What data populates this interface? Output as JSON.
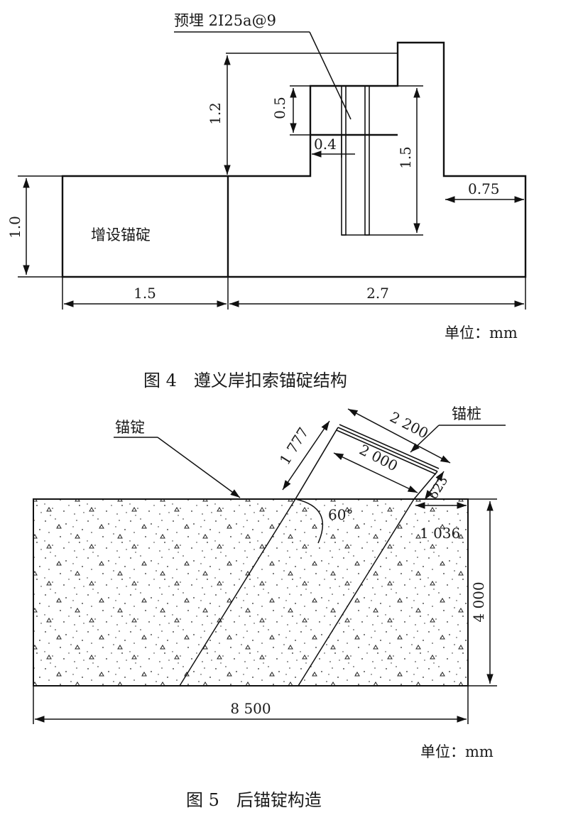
{
  "fig4": {
    "label_embedded": "预埋 2I25a@9",
    "label_added_anchor": "增设锚碇",
    "dims": {
      "h_left": "1.0",
      "h_step": "1.2",
      "h_slot": "0.5",
      "w_slot": "0.4",
      "h_beam": "1.5",
      "w_right": "0.75",
      "w_left_base": "1.5",
      "w_right_base": "2.7"
    },
    "unit": "单位：mm",
    "caption": "图 4　遵义岸扣索锚碇结构"
  },
  "fig5": {
    "label_anchor": "锚锭",
    "label_pile": "锚桩",
    "dims": {
      "d_2200": "2 200",
      "d_1777": "1 777",
      "d_2000": "2 000",
      "d_623": "623",
      "angle": "60°",
      "d_1036": "1 036",
      "d_4000": "4 000",
      "d_8500": "8 500"
    },
    "unit": "单位：mm",
    "caption": "图 5　后锚锭构造"
  }
}
